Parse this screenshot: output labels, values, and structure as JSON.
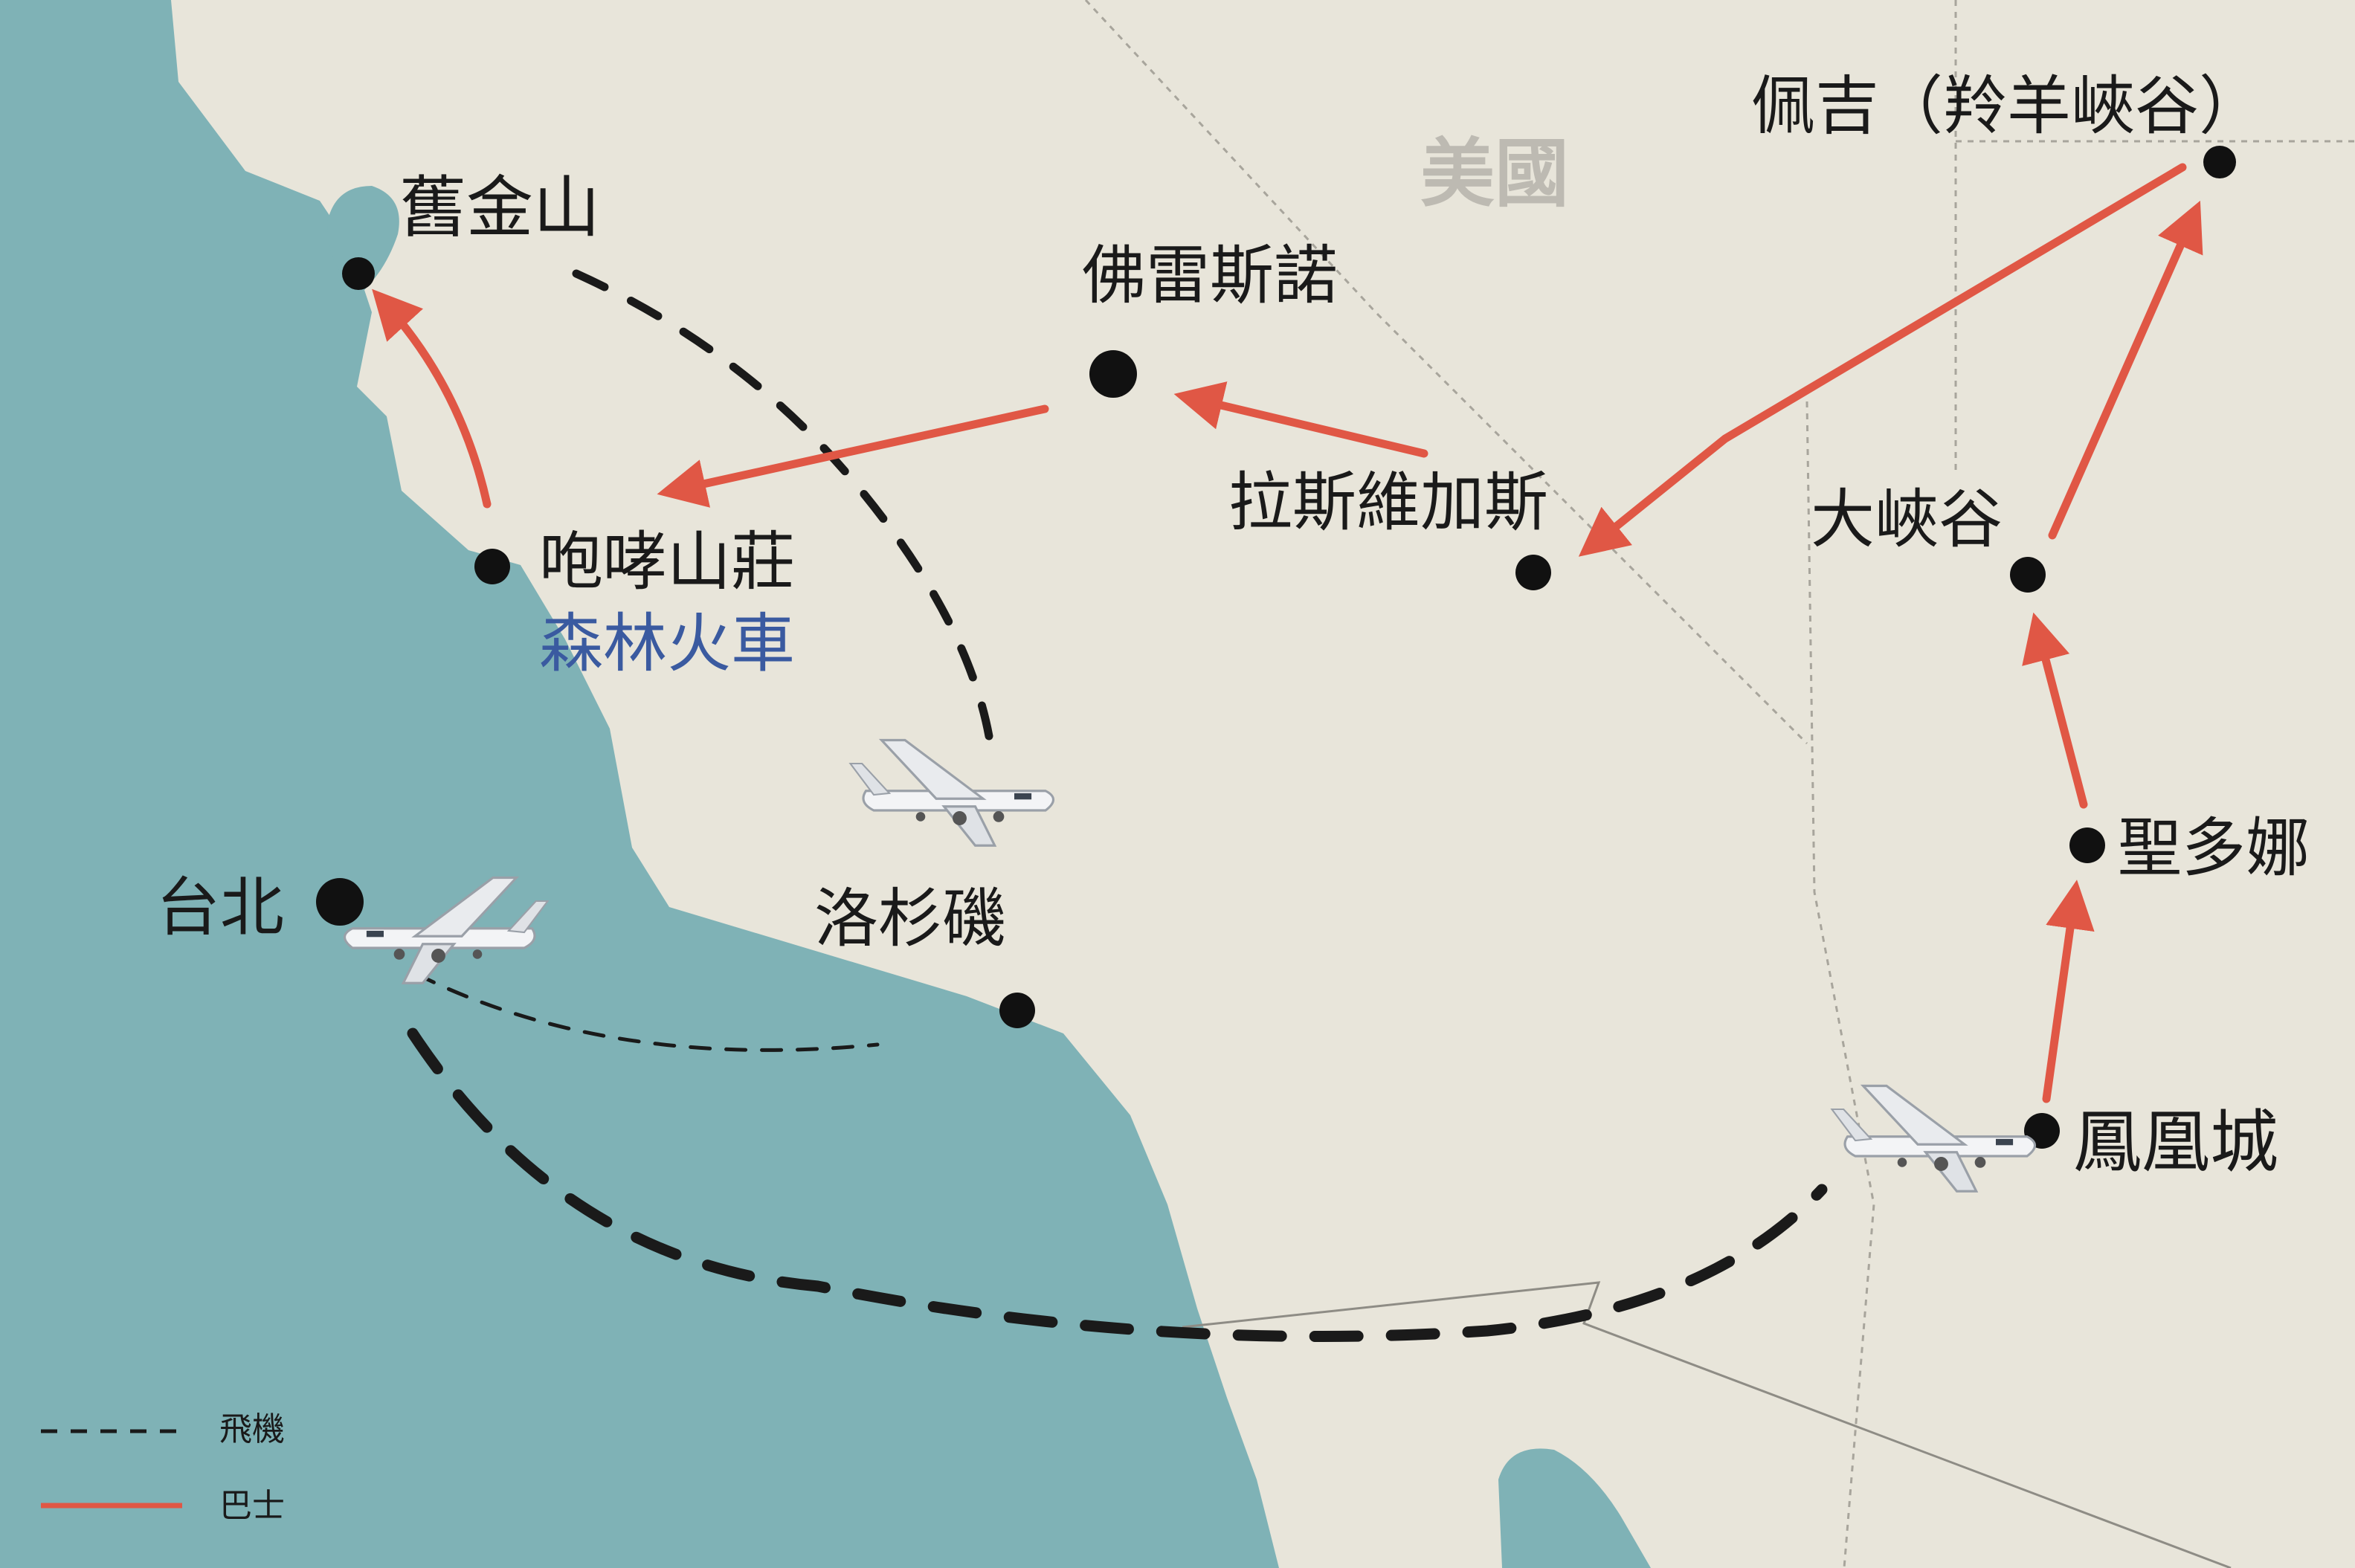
{
  "map": {
    "country_label": "美國",
    "colors": {
      "land": "#e8e5da",
      "water": "#7fb2b6",
      "bus_route": "#e05745",
      "flight_route": "#1a1a1a",
      "country_label": "#bdbab2",
      "highlight_label": "#3a5aa0",
      "border": "#9a9890"
    },
    "cities": {
      "san_francisco": "舊金山",
      "fresno": "佛雷斯諾",
      "las_vegas": "拉斯維加斯",
      "page": "佩吉（羚羊峽谷）",
      "grand_canyon": "大峽谷",
      "sedona": "聖多娜",
      "phoenix": "鳳凰城",
      "los_angeles": "洛杉磯",
      "taipei": "台北",
      "roaring_camp": "咆哮山莊",
      "forest_train": "森林火車"
    },
    "legend": {
      "flight": "飛機",
      "bus": "巴士"
    }
  }
}
